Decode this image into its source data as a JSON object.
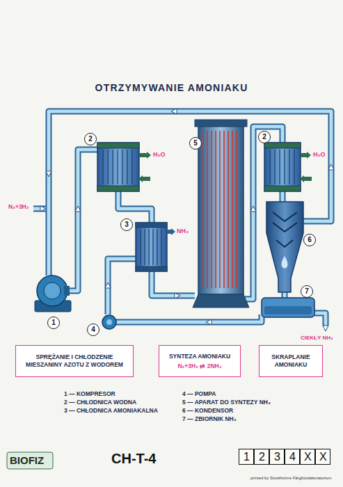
{
  "diagram": {
    "title": "OTRZYMYWANIE AMONIAKU",
    "nodes": [
      {
        "text": [
          "2"
        ]
      },
      {
        "text": [
          "5"
        ]
      },
      {
        "text": [
          "2"
        ]
      },
      {
        "text": [
          "3"
        ]
      },
      {
        "text": [
          "6"
        ]
      },
      {
        "text": [
          "7"
        ]
      },
      {
        "text": [
          "1"
        ]
      },
      {
        "text": [
          "4"
        ]
      },
      {
        "text": [
          "SPRĘŻANIE I CHŁODZENIE MIESZANINY AZOTU Z WODOREM"
        ]
      },
      {
        "text": [
          "SYNTEZA AMONIAKU",
          "N₂+3H₂ ⇄ 2NH₃"
        ]
      },
      {
        "text": [
          "SKRAPLANIE AMONIAKU"
        ]
      },
      {
        "text": [
          "1"
        ]
      },
      {
        "text": [
          "2"
        ]
      },
      {
        "text": [
          "3"
        ]
      },
      {
        "text": [
          "4"
        ]
      },
      {
        "text": [
          "X"
        ]
      },
      {
        "text": [
          "X"
        ]
      }
    ],
    "labels": [
      "N₂+3H₂",
      "H₂O",
      "H₂O",
      "NH₃",
      "CIEKŁY NH₃",
      "1 — KOMPRESOR",
      "2 — CHŁODNICA WODNA",
      "3 — CHŁODNICA AMONIAKALNA",
      "4 — POMPA",
      "5 — APARAT DO SYNTEZY NH₃",
      "6 — KONDENSOR",
      "7 — ZBIORNIK NH₃",
      "BIOFIZ",
      "CH-T-4",
      "printed by Stockholms Färgfotolaboratorium"
    ]
  }
}
